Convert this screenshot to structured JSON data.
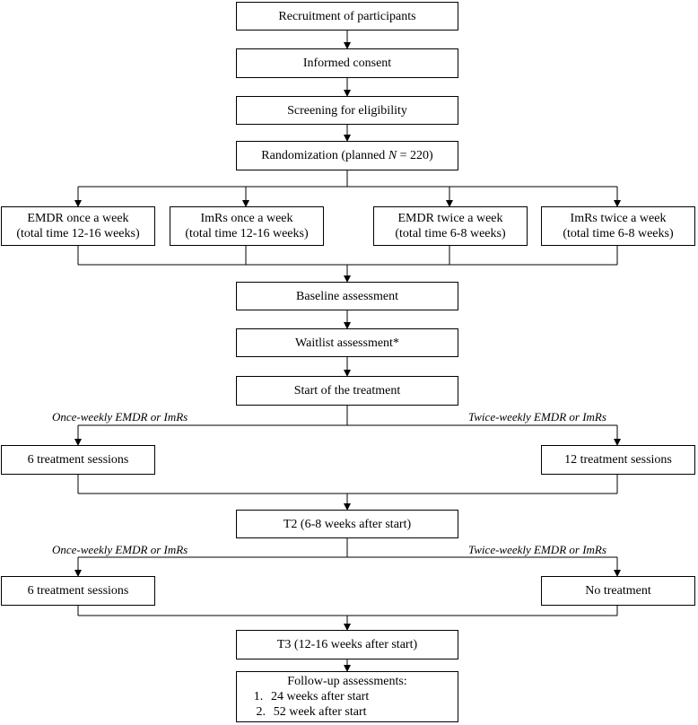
{
  "steps": {
    "recruitment": "Recruitment of participants",
    "consent": "Informed consent",
    "screening": "Screening for eligibility",
    "randomization_prefix": "Randomization (planned ",
    "randomization_n": "N",
    "randomization_suffix": " = 220)",
    "baseline": "Baseline assessment",
    "waitlist": "Waitlist assessment*",
    "start": "Start of the treatment",
    "t2": "T2 (6-8 weeks after start)",
    "t3": "T3 (12-16 weeks after start)"
  },
  "arms": [
    {
      "line1": "EMDR once a week",
      "line2": "(total time 12-16 weeks)"
    },
    {
      "line1": "ImRs once a week",
      "line2": "(total time 12-16 weeks)"
    },
    {
      "line1": "EMDR twice a week",
      "line2": "(total time 6-8 weeks)"
    },
    {
      "line1": "ImRs twice a week",
      "line2": "(total time 6-8 weeks)"
    }
  ],
  "branch_labels": {
    "once": "Once-weekly EMDR or ImRs",
    "twice": "Twice-weekly EMDR or ImRs"
  },
  "phase1": {
    "left": "6 treatment sessions",
    "right": "12 treatment sessions"
  },
  "phase2": {
    "left": "6 treatment sessions",
    "right": "No treatment"
  },
  "followup": {
    "title": "Follow-up assessments:",
    "items": [
      {
        "num": "1.",
        "text": "24 weeks after start"
      },
      {
        "num": "2.",
        "text": "52 week after start"
      }
    ]
  }
}
